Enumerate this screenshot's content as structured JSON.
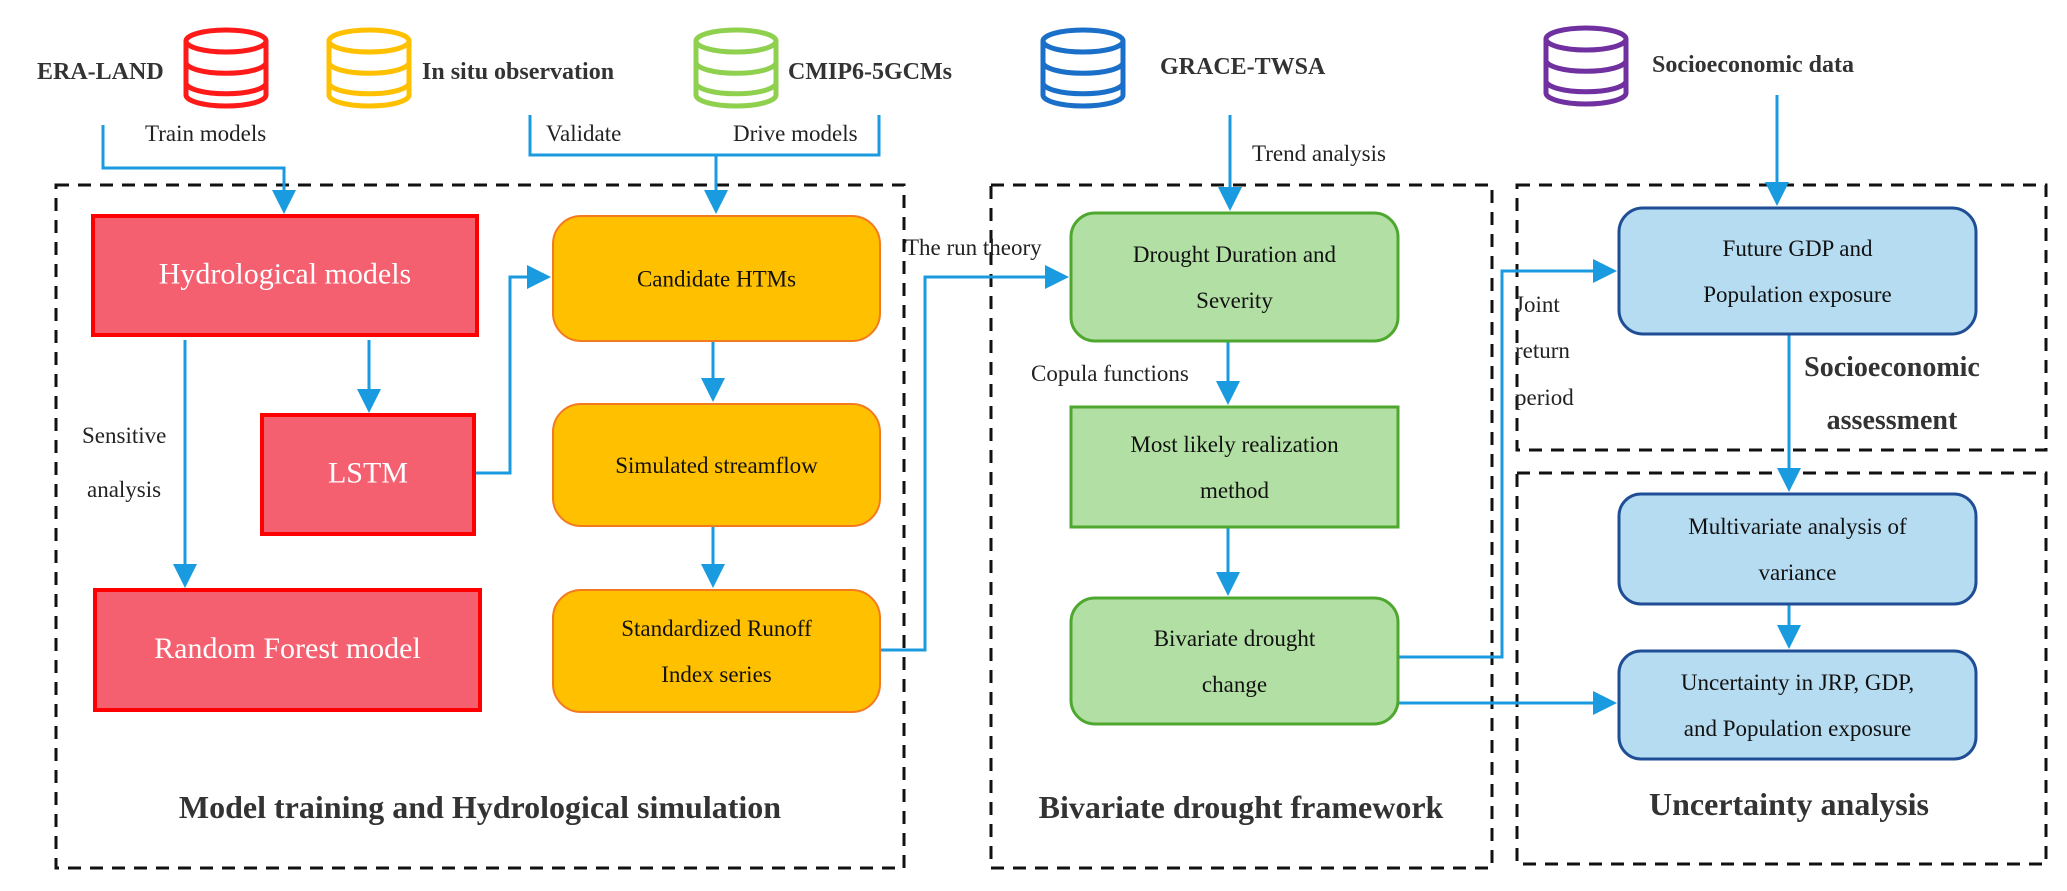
{
  "sources": [
    {
      "label": "ERA-LAND",
      "color": "#ff1a1a"
    },
    {
      "label": "In situ observation",
      "color": "#ffc000"
    },
    {
      "label": "CMIP6-5GCMs",
      "color": "#8fd14f"
    },
    {
      "label": "GRACE-TWSA",
      "color": "#1a6fc9"
    },
    {
      "label": "Socioeconomic data",
      "color": "#7030a0"
    }
  ],
  "edge_labels": {
    "train_models": "Train models",
    "validate": "Validate",
    "drive_models": "Drive models",
    "trend_analysis": "Trend analysis",
    "run_theory": "The run theory",
    "sensitive_analysis": [
      "Sensitive",
      "analysis"
    ],
    "copula_functions": "Copula functions",
    "joint_return_period": [
      "Joint",
      "return",
      "period"
    ]
  },
  "sections": {
    "model_training": "Model training and Hydrological simulation",
    "bivariate": "Bivariate drought framework",
    "socioeconomic": [
      "Socioeconomic",
      "assessment"
    ],
    "uncertainty": "Uncertainty analysis"
  },
  "boxes": {
    "hydrological_models": [
      "Hydrological models"
    ],
    "lstm": [
      "LSTM"
    ],
    "random_forest": [
      "Random Forest model"
    ],
    "candidate_htms": [
      "Candidate HTMs"
    ],
    "simulated_streamflow": [
      "Simulated streamflow"
    ],
    "sri": [
      "Standardized Runoff",
      "Index series"
    ],
    "drought_duration": [
      "Drought Duration and",
      "Severity"
    ],
    "most_likely": [
      "Most likely realization",
      "method"
    ],
    "bivariate_change": [
      "Bivariate drought",
      "change"
    ],
    "future_gdp": [
      "Future GDP and",
      "Population exposure"
    ],
    "multivariate": [
      "Multivariate analysis of",
      "variance"
    ],
    "uncertainty_jrp": [
      "Uncertainty in JRP, GDP,",
      "and Population exposure"
    ]
  },
  "colors": {
    "red_fill": "#f46070",
    "red_stroke": "#ff0000",
    "orange_fill": "#ffc000",
    "orange_stroke": "#f47a20",
    "green_fill": "#b2dfa3",
    "green_stroke": "#4ea72e",
    "blue_fill": "#b6dcf2",
    "blue_stroke": "#1f4e96",
    "arrow": "#1a9be0"
  }
}
